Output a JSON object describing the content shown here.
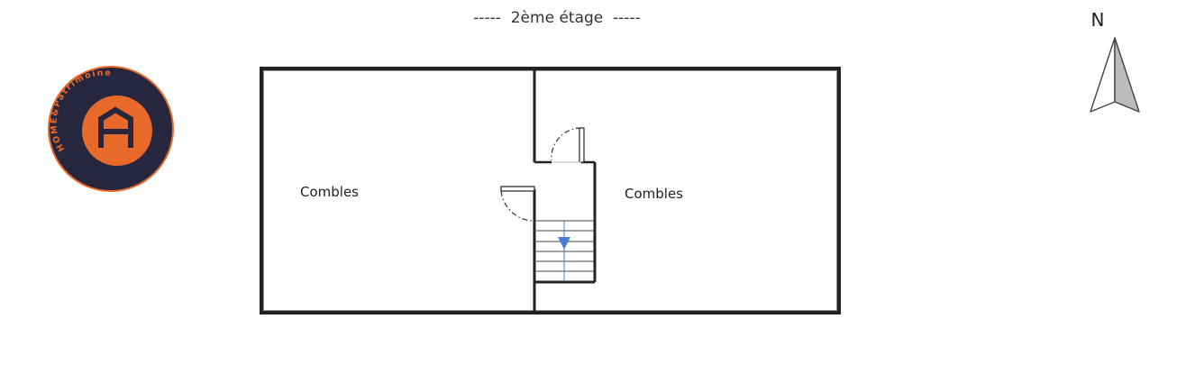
{
  "floor": {
    "title": "-----  2ème étage  -----"
  },
  "rooms": [
    {
      "label": "Combles"
    },
    {
      "label": "Combles"
    }
  ],
  "compass": {
    "label": "N"
  },
  "logo": {
    "text": "HOME&Patrimoine",
    "colors": {
      "ring": "#e8692a",
      "disc": "#26263f",
      "mark": "#e8692a",
      "monogram": "#26263f"
    }
  },
  "stair_arrow_color": "#4a7fd4"
}
